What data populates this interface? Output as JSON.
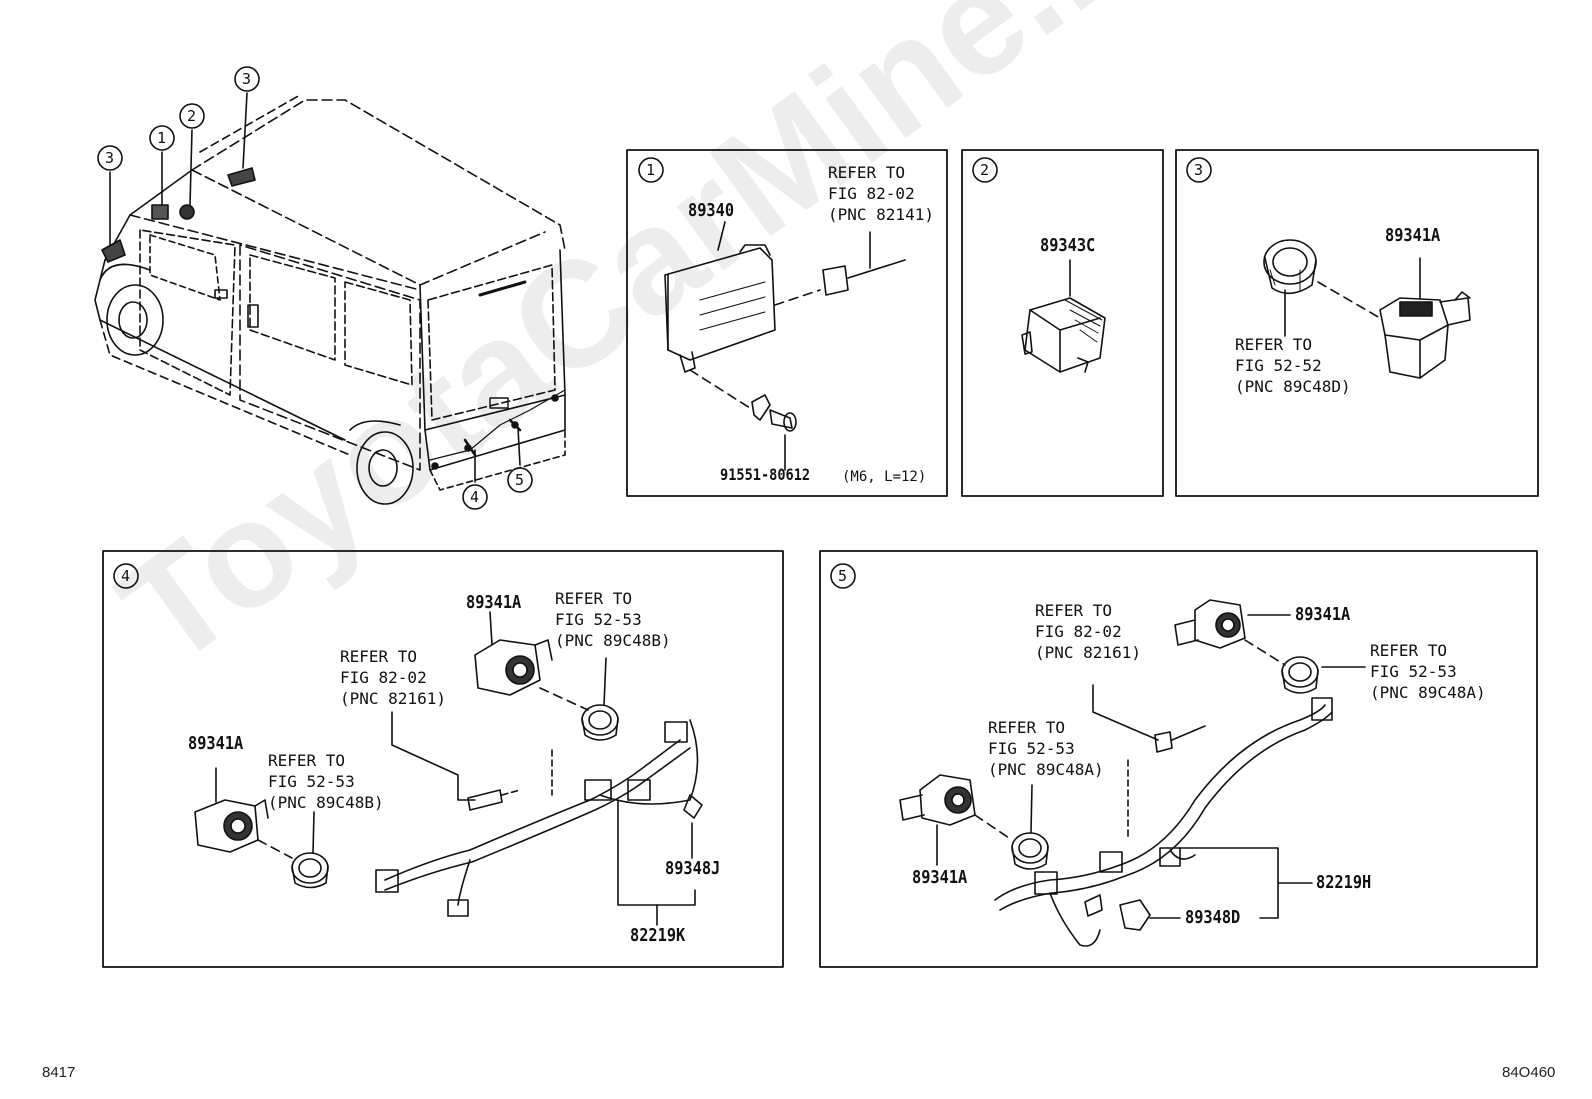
{
  "panels": {
    "p1": {
      "index": "1",
      "part_main": "89340",
      "refer": [
        "REFER TO",
        "FIG 82-02",
        "(PNC 82141)"
      ],
      "bolt": "91551-80612",
      "bolt_spec": "(M6, L=12)"
    },
    "p2": {
      "index": "2",
      "part_main": "89343C"
    },
    "p3": {
      "index": "3",
      "part_main": "89341A",
      "refer": [
        "REFER TO",
        "FIG 52-52",
        "(PNC 89C48D)"
      ]
    },
    "p4": {
      "index": "4",
      "part_sensor_top": "89341A",
      "refer_sensor_top": [
        "REFER TO",
        "FIG 52-53",
        "(PNC 89C48B)"
      ],
      "refer_harness": [
        "REFER TO",
        "FIG 82-02",
        "(PNC 82161)"
      ],
      "part_sensor_left": "89341A",
      "refer_sensor_left": [
        "REFER TO",
        "FIG 52-53",
        "(PNC 89C48B)"
      ],
      "part_clip": "89348J",
      "part_harness": "82219K"
    },
    "p5": {
      "index": "5",
      "refer_harness": [
        "REFER TO",
        "FIG 82-02",
        "(PNC 82161)"
      ],
      "part_sensor_top": "89341A",
      "refer_sensor_right": [
        "REFER TO",
        "FIG 52-53",
        "(PNC 89C48A)"
      ],
      "refer_sensor_left": [
        "REFER TO",
        "FIG 52-53",
        "(PNC 89C48A)"
      ],
      "part_sensor_left": "89341A",
      "part_harness": "82219H",
      "part_clip": "89348D"
    }
  },
  "vehicle_callouts": [
    "3",
    "1",
    "2",
    "3",
    "4",
    "5"
  ],
  "footer": {
    "left": "8417",
    "right": "84O460"
  },
  "watermark": "ToyotaCarMine.ru"
}
